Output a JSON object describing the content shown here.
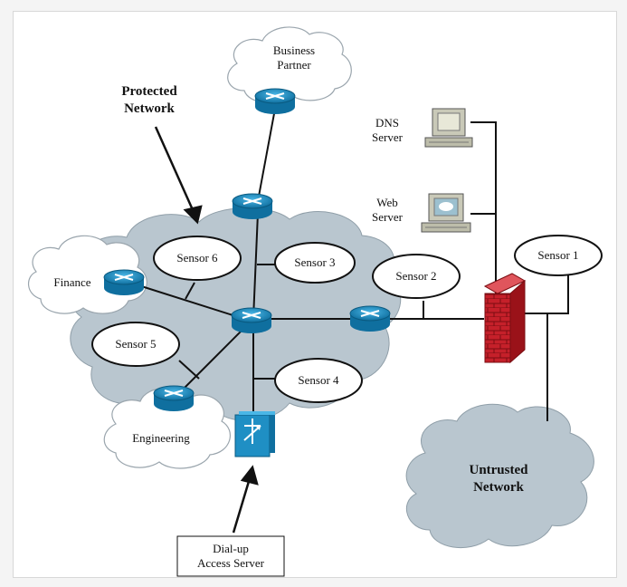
{
  "labels": {
    "protected_network_line1": "Protected",
    "protected_network_line2": "Network",
    "business_partner_line1": "Business",
    "business_partner_line2": "Partner",
    "dns_server_line1": "DNS",
    "dns_server_line2": "Server",
    "web_server_line1": "Web",
    "web_server_line2": "Server",
    "finance": "Finance",
    "engineering": "Engineering",
    "untrusted_network_line1": "Untrusted",
    "untrusted_network_line2": "Network",
    "dialup_line1": "Dial-up",
    "dialup_line2": "Access Server"
  },
  "sensors": {
    "s1": "Sensor 1",
    "s2": "Sensor 2",
    "s3": "Sensor 3",
    "s4": "Sensor 4",
    "s5": "Sensor 5",
    "s6": "Sensor 6"
  },
  "colors": {
    "cloud_gray": "#b9c6cf",
    "router_blue": "#1f8fc4",
    "firewall_red": "#c5202a",
    "line": "#111111"
  },
  "icons": [
    "router-icon",
    "firewall-icon",
    "computer-icon",
    "dialup-server-icon",
    "cloud-shape"
  ]
}
